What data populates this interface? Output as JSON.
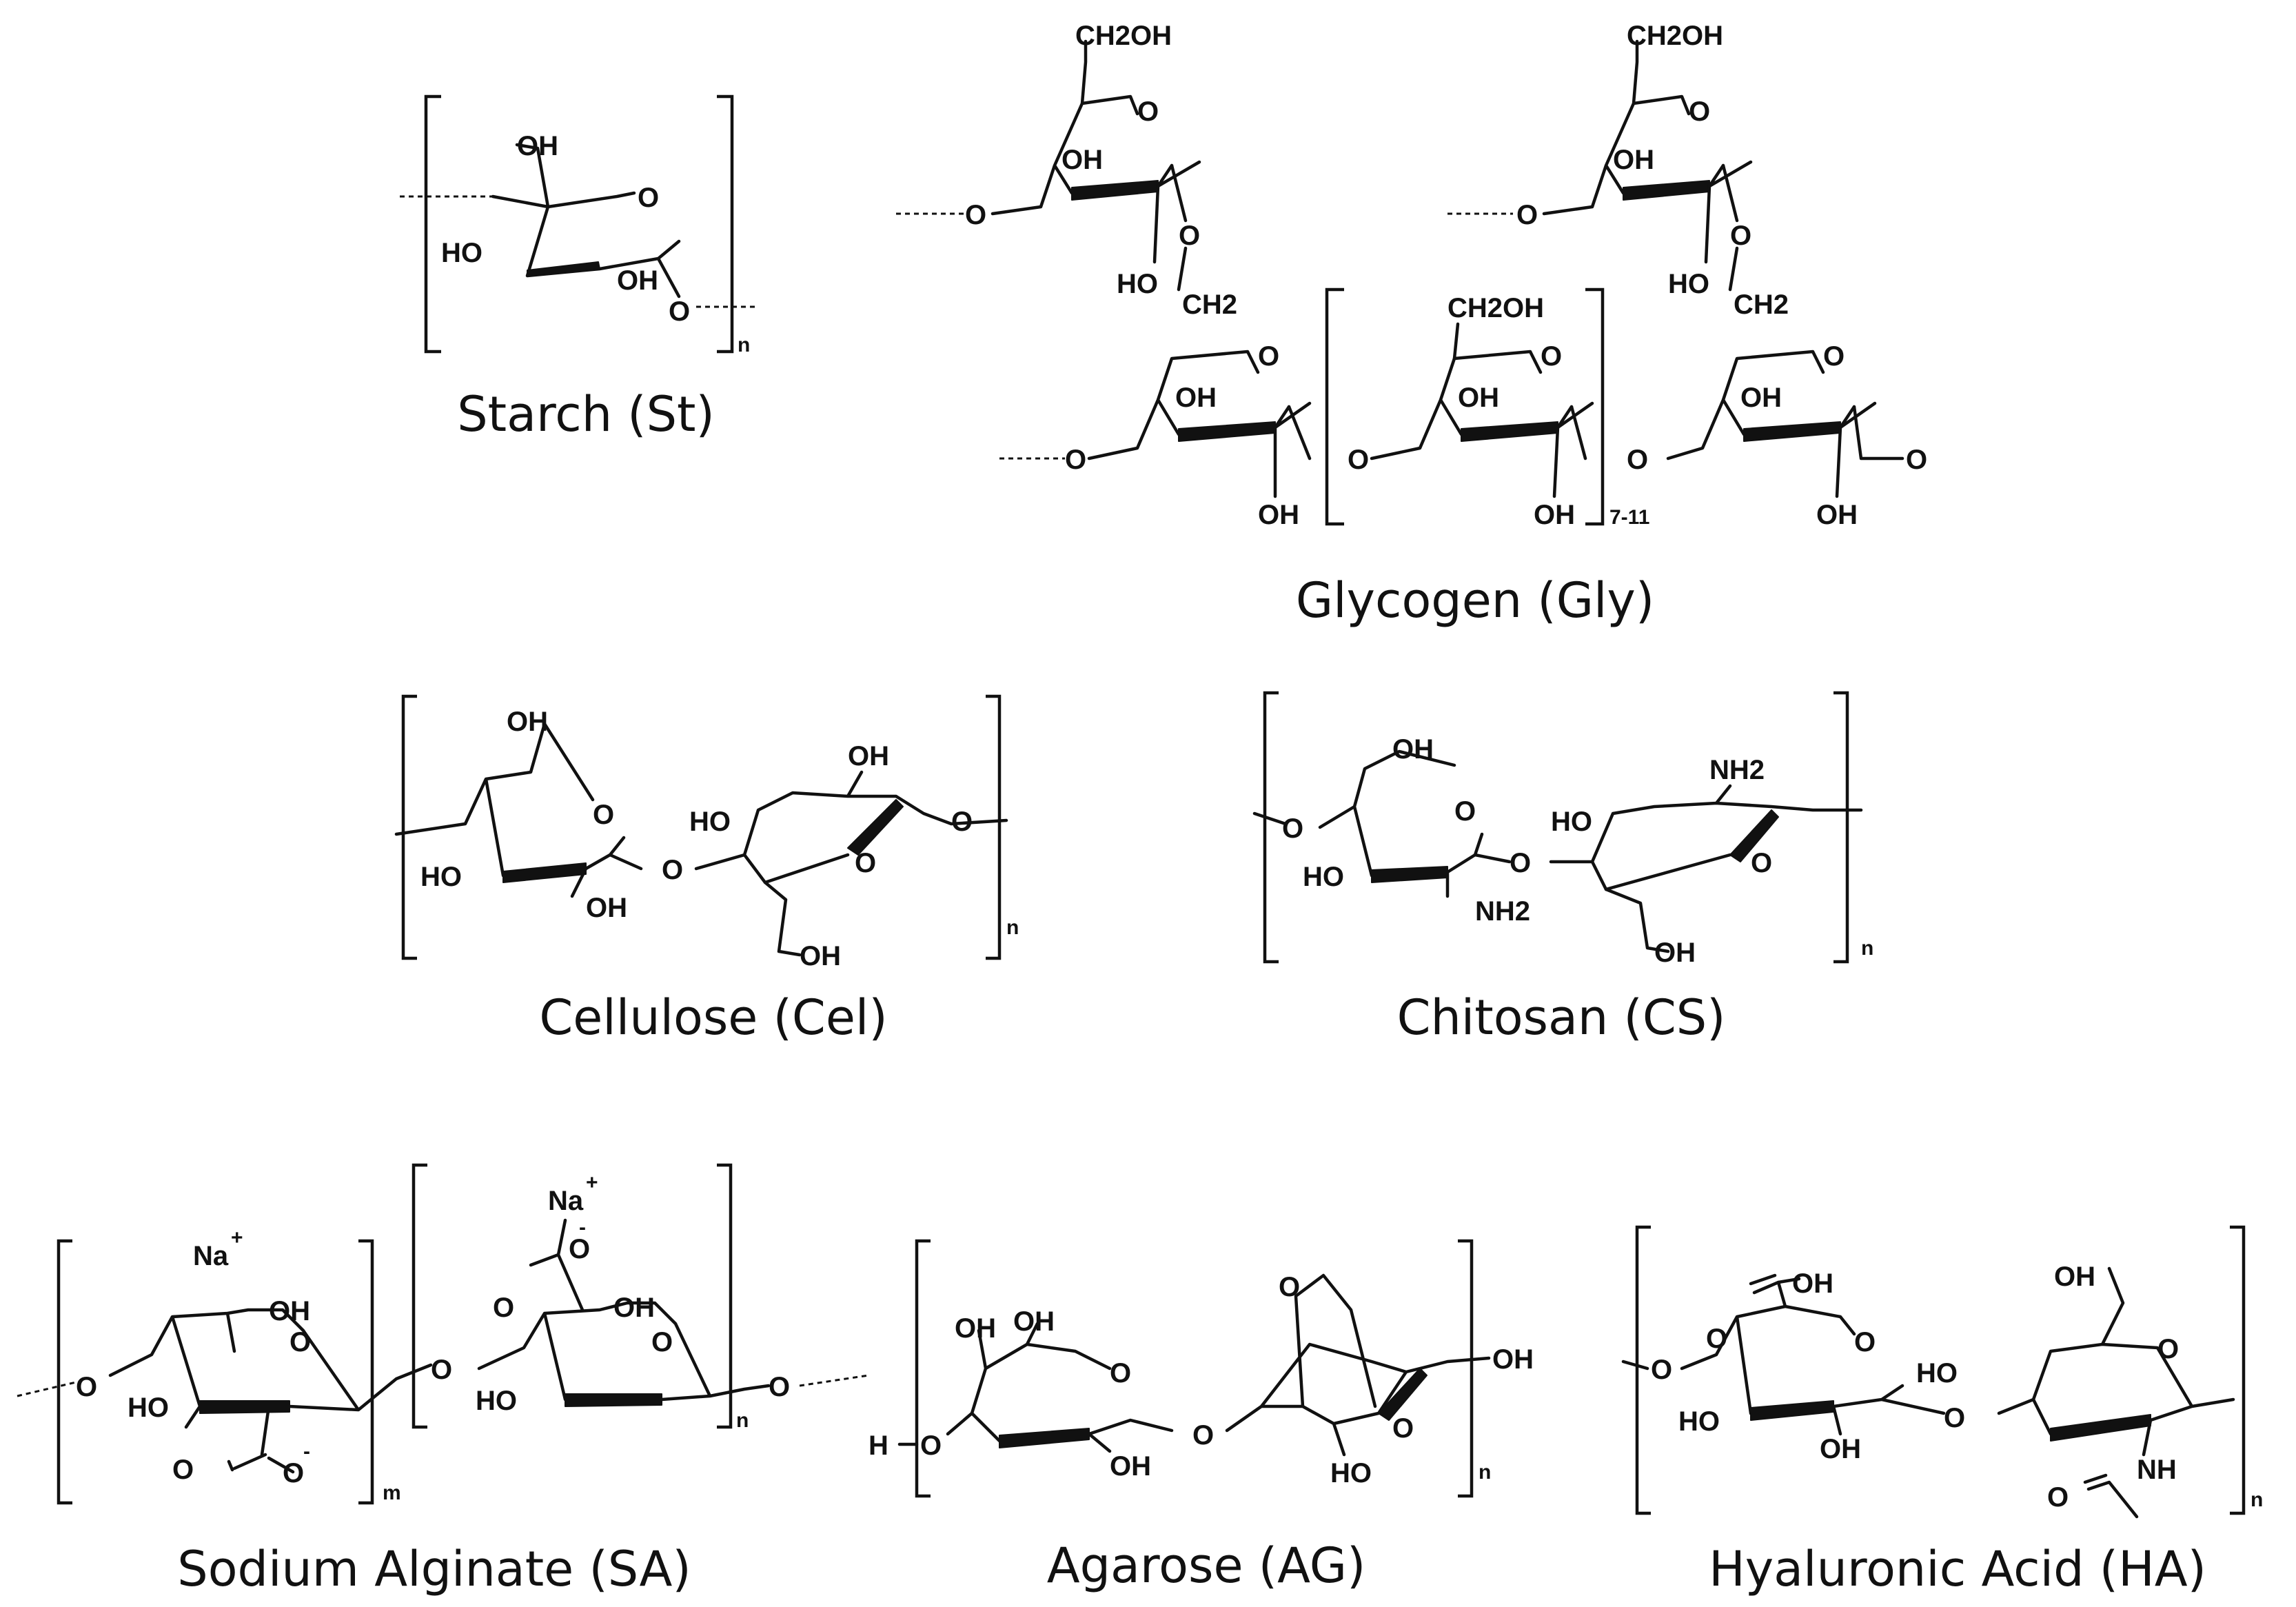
{
  "molecules": [
    {
      "name": "Starch (St)",
      "repeat": "n"
    },
    {
      "name": "Glycogen (Gly)",
      "repeat": "7-11"
    },
    {
      "name": "Cellulose (Cel)",
      "repeat": "n"
    },
    {
      "name": "Chitosan (CS)",
      "repeat": "n"
    },
    {
      "name": "Sodium Alginate (SA)",
      "repeat_m": "m",
      "repeat_n": "n"
    },
    {
      "name": "Agarose (AG)",
      "repeat": "n"
    },
    {
      "name": "Hyaluronic Acid (HA)",
      "repeat": "n"
    }
  ],
  "atoms": {
    "oh": "OH",
    "ho": "HO",
    "o": "O",
    "ch2oh": "CH2OH",
    "ch2": "CH2",
    "nh2": "NH2",
    "nh": "NH",
    "na": "Na",
    "plus": "+",
    "minus": "-",
    "h": "H"
  }
}
